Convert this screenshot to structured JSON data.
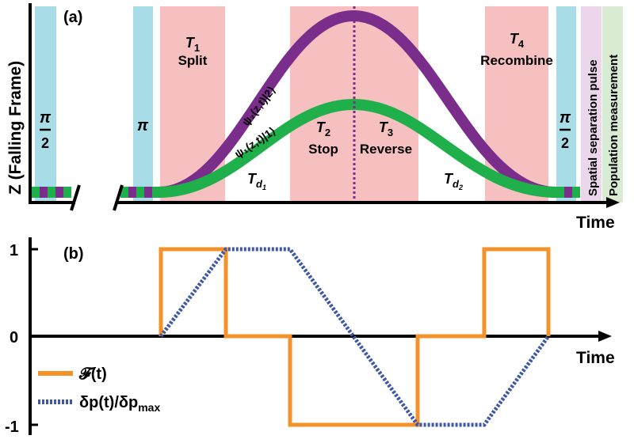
{
  "panel_a": {
    "label": "(a)",
    "y_axis_label": "Z  (Falling Frame)",
    "x_axis_label": "Time",
    "pulse_pi_half_num": "π",
    "pulse_pi_half_den": "2",
    "pulse_pi": "π",
    "split_title": "1",
    "split_label": "Split",
    "stop_title": "2",
    "stop_label": "Stop",
    "reverse_title": "3",
    "reverse_label": "Reverse",
    "recombine_title": "4",
    "recombine_label": "Recombine",
    "td1_sub": "d",
    "td1_subsub": "1",
    "td2_sub": "d",
    "td2_subsub": "2",
    "psi2_label": "ψ₂(z,t)|2⟩",
    "psi1_label": "ψ₁(z,t)|1⟩",
    "spatial_separation": "Spatial separation pulse",
    "population_measurement": "Population measurement",
    "colors": {
      "pulse": "#a8dde8",
      "region": "#f6bfc0",
      "spatial": "#ecd6ec",
      "population": "#d9ecd3",
      "psi2": "#7b2d8b",
      "psi1": "#1fb04c"
    }
  },
  "panel_b": {
    "label": "(b)",
    "x_axis_label": "Time",
    "y_ticks": [
      "1",
      "0",
      "-1"
    ],
    "legend_force": "𝓕(t)",
    "legend_dp_main": "δp(t)/δp",
    "legend_dp_sub": "max",
    "colors": {
      "force": "#f4922a",
      "dp": "#3f57a8"
    }
  }
}
